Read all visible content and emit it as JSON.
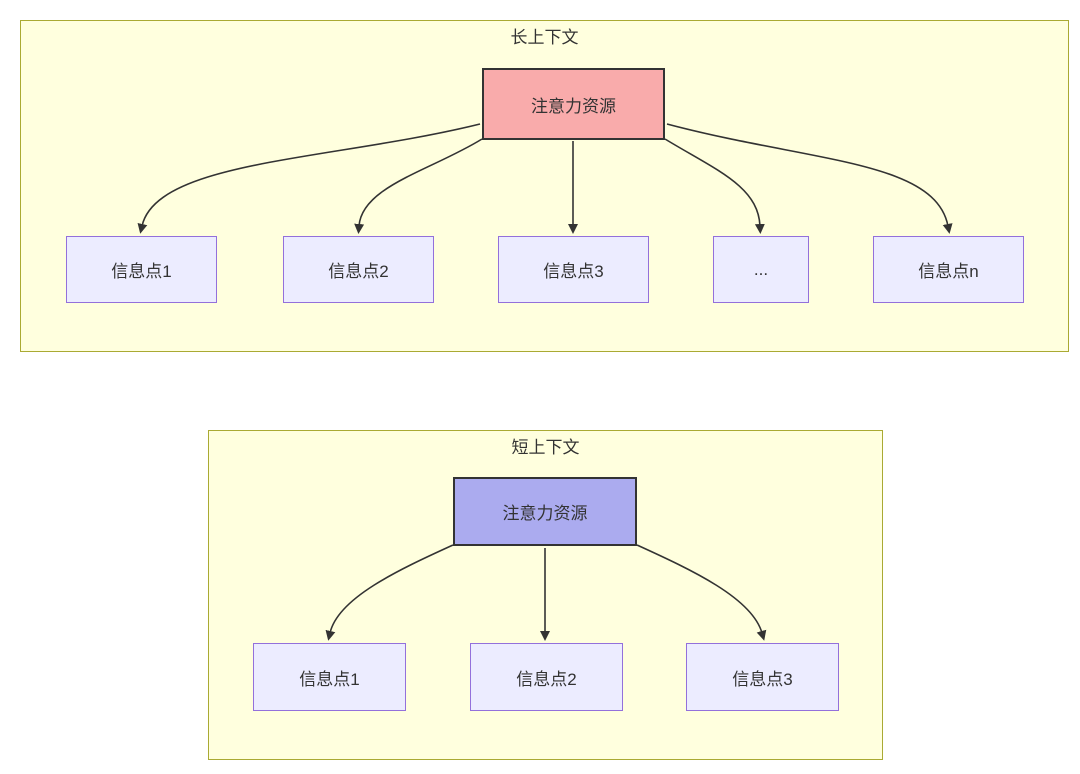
{
  "colors": {
    "page_bg": "#ffffff",
    "container_fill": "#ffffde",
    "container_border": "#aaaa33",
    "node_fill": "#ececff",
    "node_border": "#9370db",
    "attention_long_fill": "#f9abab",
    "attention_short_fill": "#ababef",
    "attention_border": "#333333",
    "edge_color": "#333333",
    "text_color": "#333333"
  },
  "diagram": {
    "long_context": {
      "title": "长上下文",
      "attention_label": "注意力资源",
      "nodes": [
        "信息点1",
        "信息点2",
        "信息点3",
        "...",
        "信息点n"
      ]
    },
    "short_context": {
      "title": "短上下文",
      "attention_label": "注意力资源",
      "nodes": [
        "信息点1",
        "信息点2",
        "信息点3"
      ]
    }
  }
}
